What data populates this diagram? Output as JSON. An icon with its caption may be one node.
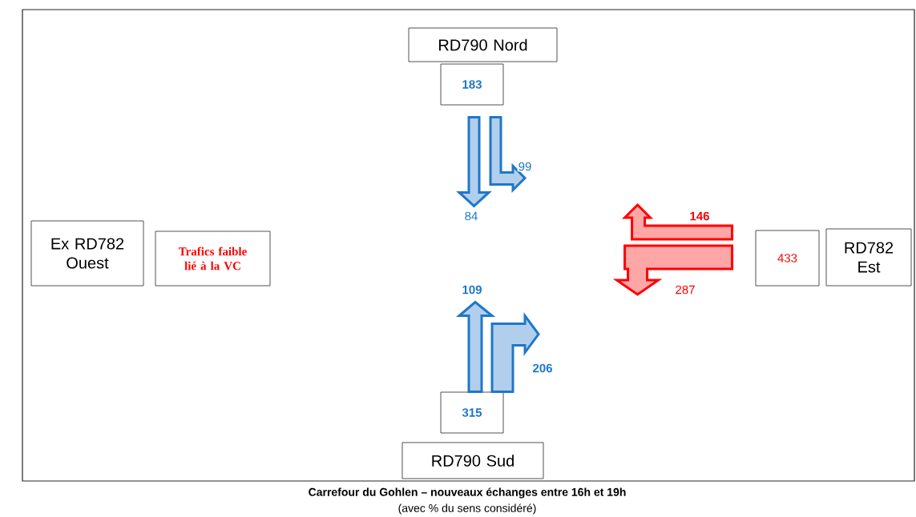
{
  "diagram": {
    "caption": "Carrefour du Gohlen – nouveaux échanges entre 16h et 19h",
    "nodes": [
      {
        "text": [
          "RD790 Nord"
        ]
      },
      {
        "text": [
          "183"
        ]
      },
      {
        "text": [
          "Ex RD782 Ouest"
        ]
      },
      {
        "text": [
          "Trafics faible lié à la VC"
        ]
      },
      {
        "text": [
          "433"
        ]
      },
      {
        "text": [
          "RD782 Est"
        ]
      },
      {
        "text": [
          "315"
        ]
      },
      {
        "text": [
          "RD790 Sud"
        ]
      }
    ],
    "edges": [
      {
        "from": 1,
        "to": null,
        "arrow": "to",
        "label": "84"
      },
      {
        "from": 1,
        "to": null,
        "arrow": "to",
        "label": "99"
      },
      {
        "from": 6,
        "to": null,
        "arrow": "to",
        "label": "109"
      },
      {
        "from": 6,
        "to": null,
        "arrow": "to",
        "label": "206"
      },
      {
        "from": 4,
        "to": null,
        "arrow": "to",
        "label": "146",
        "color": "#ff0000"
      },
      {
        "from": 4,
        "to": null,
        "arrow": "to",
        "label": "287",
        "color": "#ff0000"
      }
    ],
    "labels": [
      "(avec % du sens considéré)"
    ]
  }
}
